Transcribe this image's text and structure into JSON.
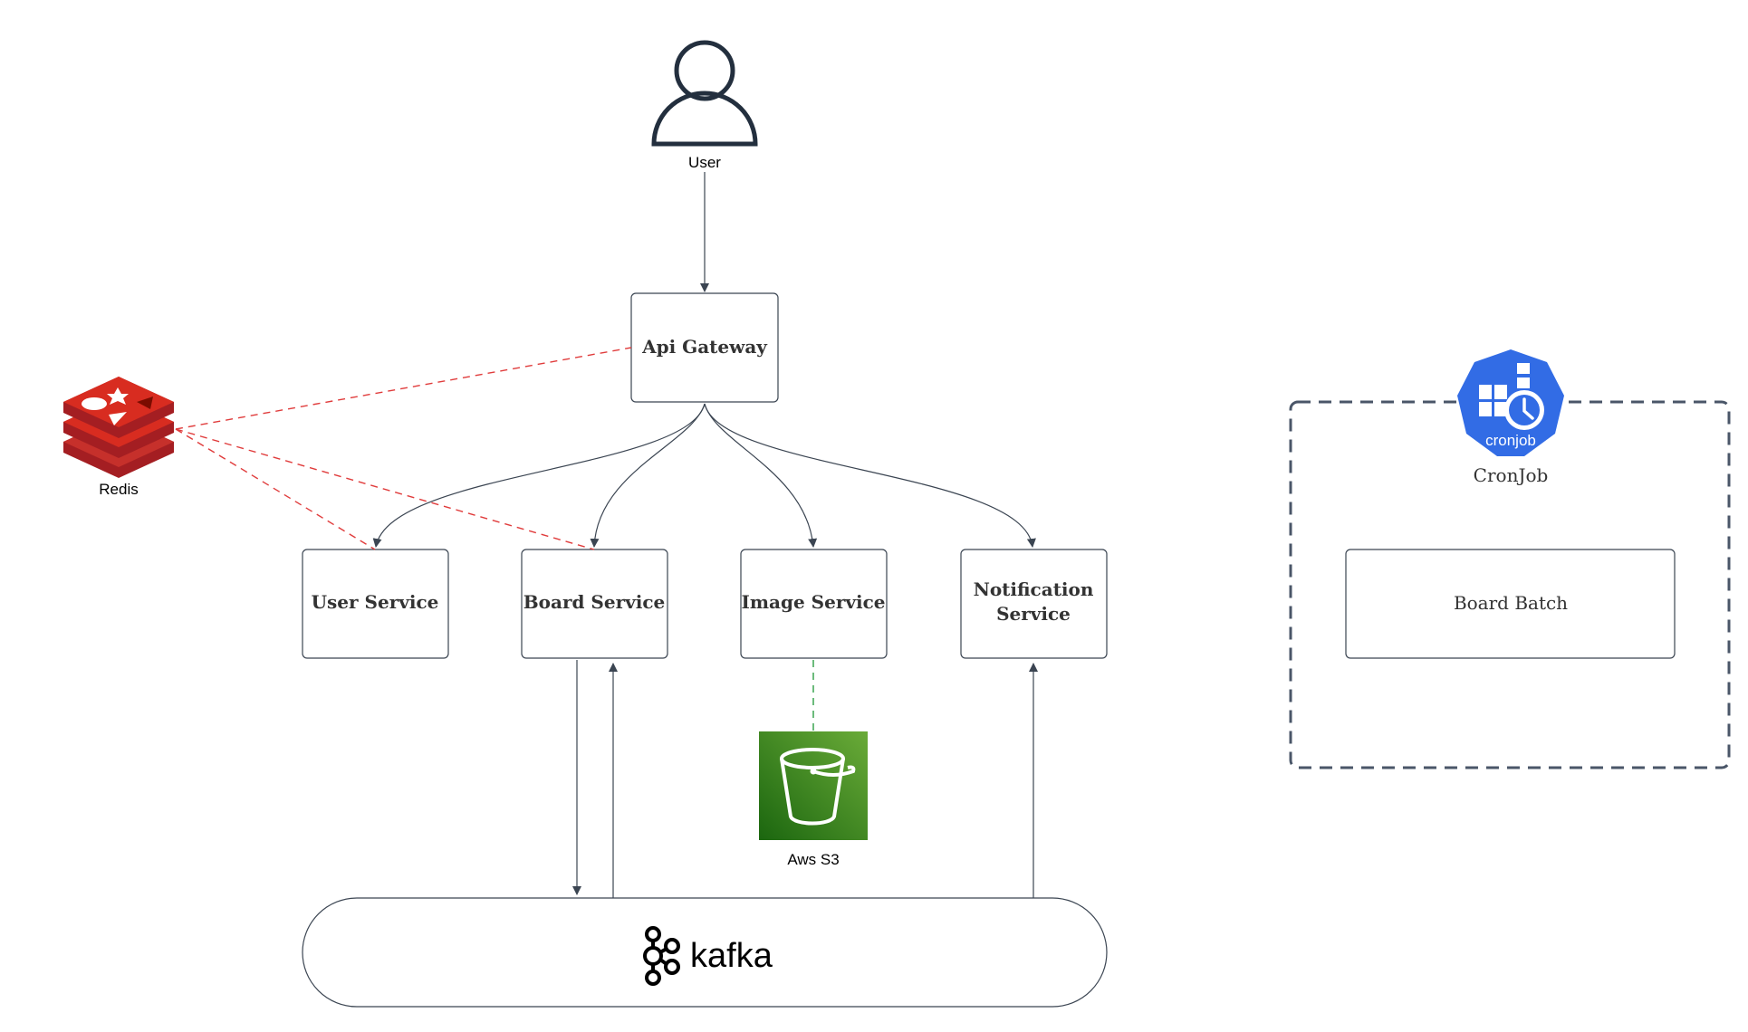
{
  "nodes": {
    "user": {
      "label": "User"
    },
    "api_gateway": {
      "label": "Api Gateway"
    },
    "user_service": {
      "label": "User Service"
    },
    "board_service": {
      "label": "Board Service"
    },
    "image_service": {
      "label": "Image Service"
    },
    "notification_service": {
      "label_line1": "Notification",
      "label_line2": "Service"
    },
    "redis": {
      "label": "Redis"
    },
    "aws_s3": {
      "label": "Aws S3"
    },
    "kafka": {
      "label": "kafka"
    },
    "cronjob": {
      "label": "CronJob",
      "badge_text": "cronjob"
    },
    "board_batch": {
      "label": "Board Batch"
    }
  },
  "colors": {
    "line": "#3b4552",
    "box_border": "#3b4552",
    "redis_red": "#c6302b",
    "redis_dashed": "#e03c3c",
    "s3_green_top": "#6aab38",
    "s3_green_bottom": "#1b660f",
    "s3_dashed": "#2e9e45",
    "cronjob_blue": "#326ce5",
    "group_dash": "#4a5668"
  }
}
